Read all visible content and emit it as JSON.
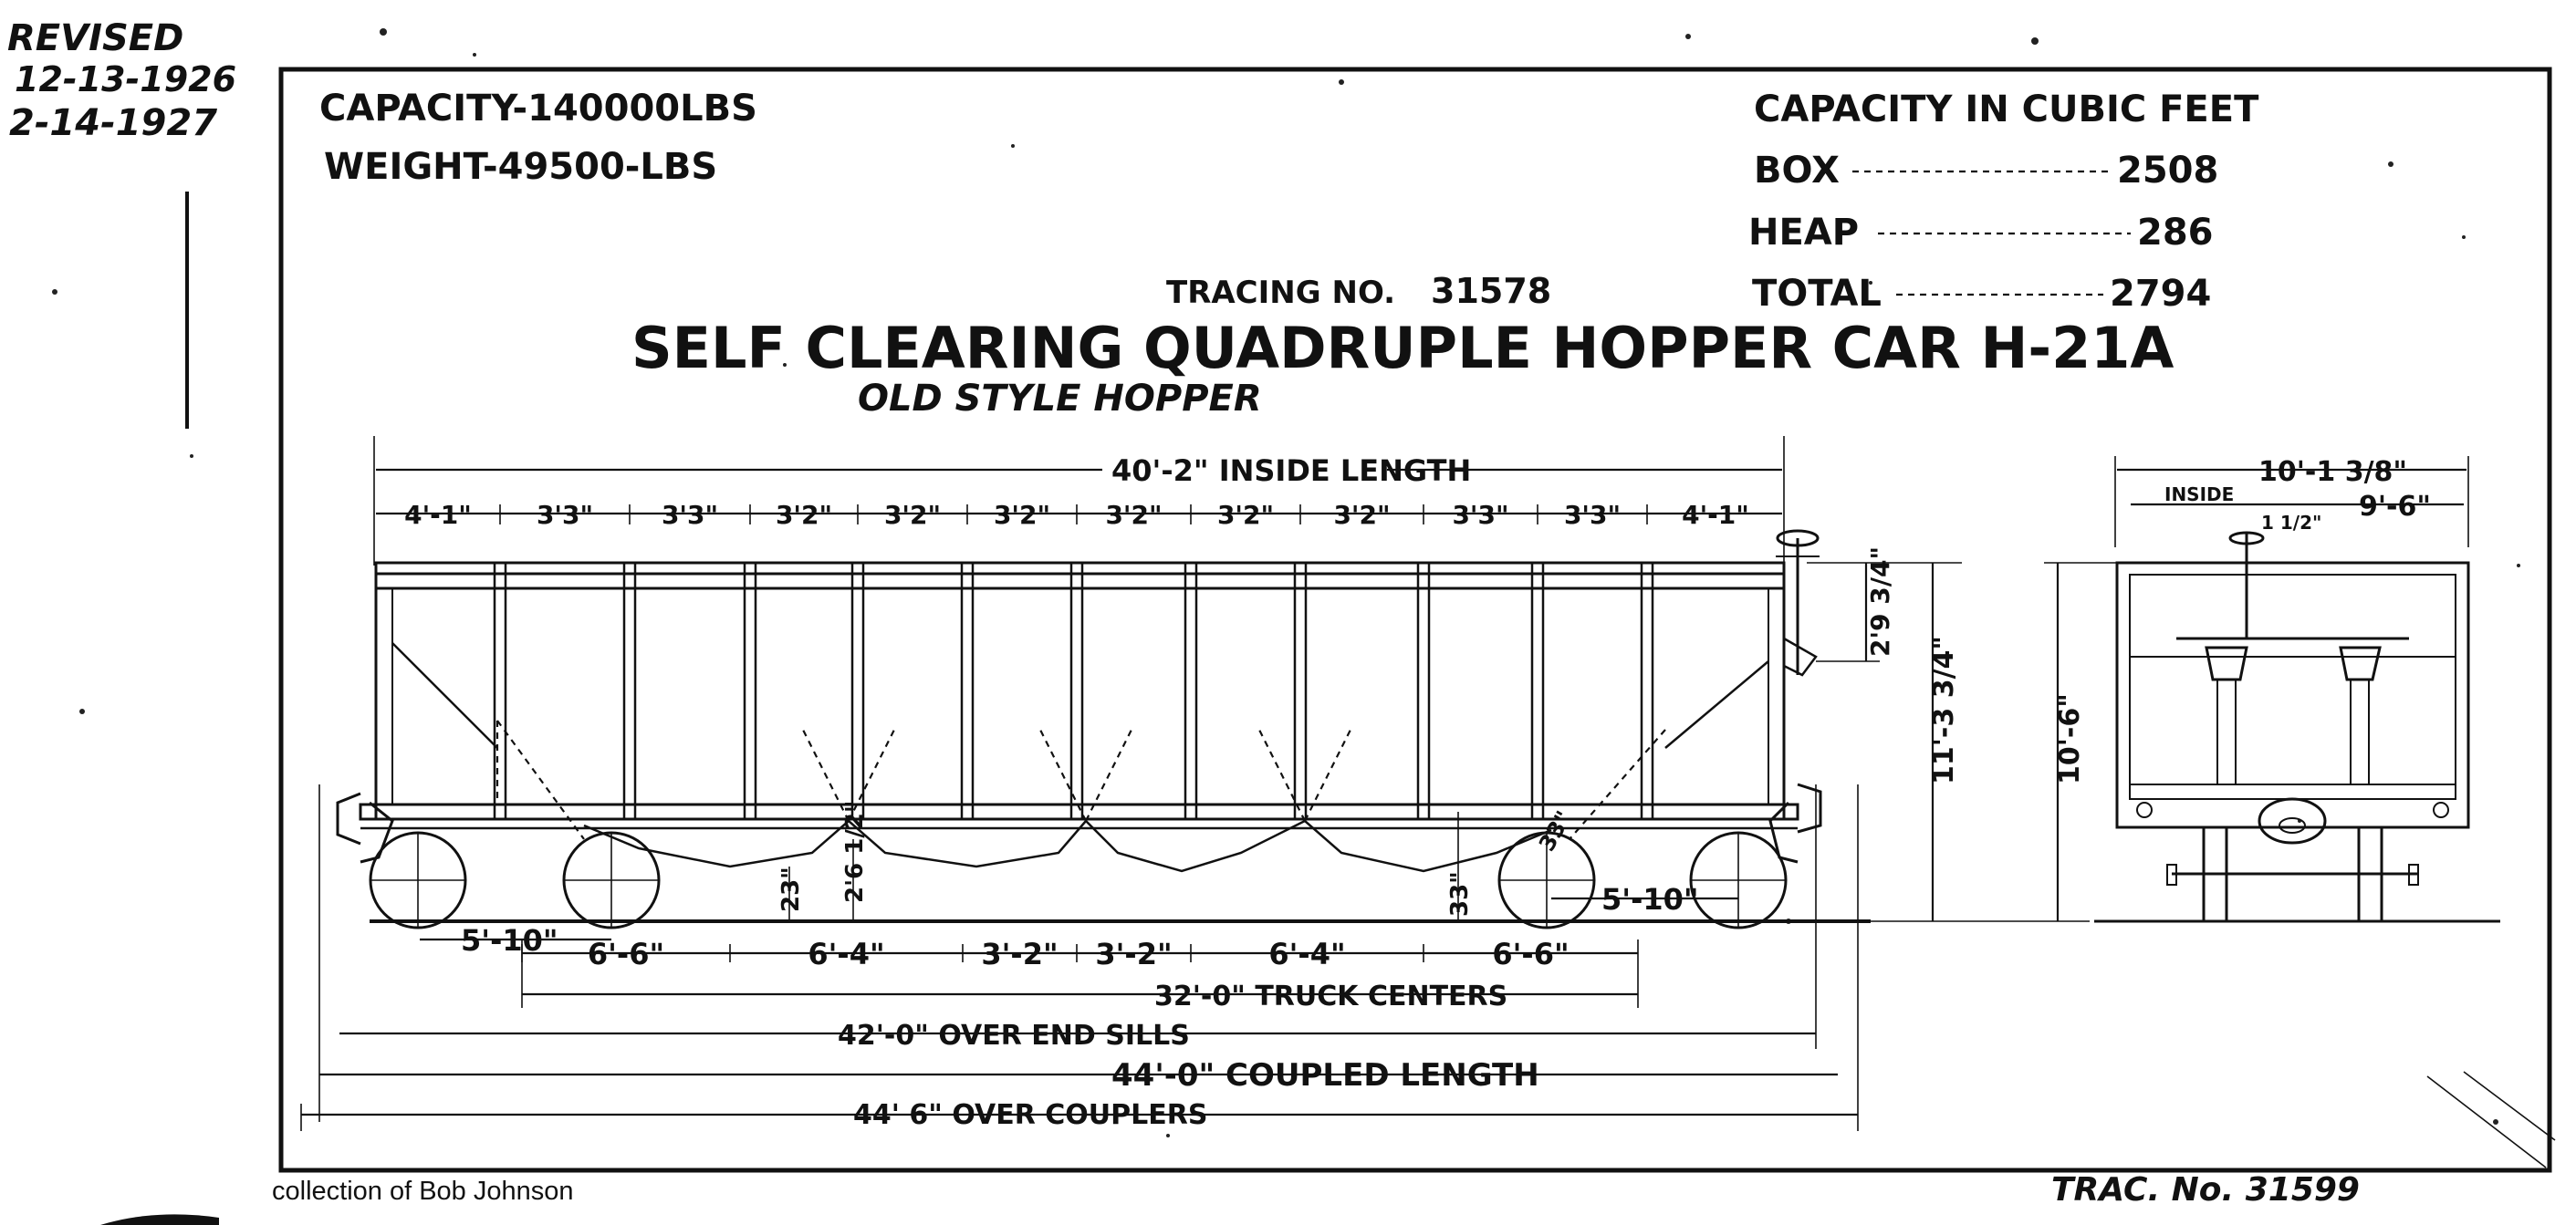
{
  "revision": {
    "label": "REVISED",
    "dates": [
      "12-13-1926",
      "2-14-1927"
    ]
  },
  "specs": {
    "capacity": "CAPACITY-140000LBS",
    "weight": "WEIGHT-49500-LBS"
  },
  "cubic_capacity": {
    "title": "CAPACITY IN CUBIC FEET",
    "rows": [
      {
        "label": "BOX",
        "value": "2508"
      },
      {
        "label": "HEAP",
        "value": "286"
      },
      {
        "label": "TOTAL",
        "value": "2794"
      }
    ]
  },
  "tracing": {
    "label": "TRACING NO.",
    "number": "31578"
  },
  "title": "SELF CLEARING QUADRUPLE HOPPER CAR H-21A",
  "subtitle": "OLD STYLE HOPPER",
  "dimensions": {
    "inside_length": "40'-2\" INSIDE LENGTH",
    "panels": [
      "4'-1\"",
      "3'3\"",
      "3'3\"",
      "3'2\"",
      "3'2\"",
      "3'2\"",
      "3'2\"",
      "3'2\"",
      "3'2\"",
      "3'3\"",
      "3'3\"",
      "4'-1\""
    ],
    "axle_offset": "5'-10\"",
    "axle_offset_right": "5'-10\"",
    "lower_segments": [
      "6'-6\"",
      "6'-4\"",
      "3'-2\"",
      "3'-2\"",
      "6'-4\"",
      "6'-6\""
    ],
    "truck_centers": "32'-0\" TRUCK CENTERS",
    "over_end_sills": "42'-0\" OVER END SILLS",
    "coupled_length": "44'-0\" COUPLED LENGTH",
    "over_couplers": "44' 6\" OVER COUPLERS",
    "side_heights": [
      "2'9 3/4\"",
      "11'-3 3/4\"",
      "10'-6\""
    ],
    "small_heights": [
      "23\"",
      "2'6 1/2\"",
      "33\"",
      "33\""
    ],
    "end_width": "10'-1 3/8\"",
    "end_width_label": "INSIDE",
    "end_half_width": "9'-6\"",
    "end_offset": "1 1/2\""
  },
  "credit": "collection of Bob Johnson",
  "trac_number": "TRAC. No. 31599"
}
